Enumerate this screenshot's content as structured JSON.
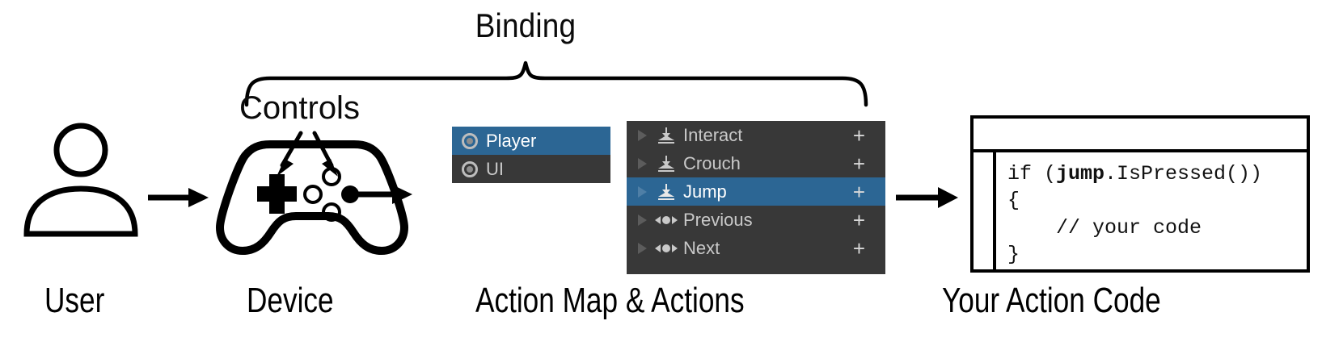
{
  "diagram": {
    "title_top": "Binding",
    "controls_callout": "Controls",
    "stage_labels": {
      "user": "User",
      "device": "Device",
      "action_map": "Action Map & Actions",
      "code": "Your Action Code"
    },
    "icons": {
      "user": "user-person-icon",
      "device": "gamepad-icon",
      "flow_arrow": "right-arrow-icon",
      "brace": "curly-brace-icon",
      "callout_arrow": "callout-arrow-icon"
    }
  },
  "action_map_panel": {
    "name": "action-maps-list",
    "rows": [
      {
        "label": "Player",
        "icon": "action-map-icon",
        "selected": true
      },
      {
        "label": "UI",
        "icon": "action-map-icon",
        "selected": false
      }
    ]
  },
  "actions_panel": {
    "name": "actions-list",
    "add_button_label": "+",
    "rows": [
      {
        "label": "Interact",
        "icon": "button-action-icon",
        "selected": false,
        "expanded": false
      },
      {
        "label": "Crouch",
        "icon": "button-action-icon",
        "selected": false,
        "expanded": false
      },
      {
        "label": "Jump",
        "icon": "button-action-icon",
        "selected": true,
        "expanded": false
      },
      {
        "label": "Previous",
        "icon": "axis-action-icon",
        "selected": false,
        "expanded": false
      },
      {
        "label": "Next",
        "icon": "axis-action-icon",
        "selected": false,
        "expanded": false
      }
    ]
  },
  "code_window": {
    "name": "code-editor-window",
    "title": "",
    "lines": [
      {
        "pre": "if (",
        "bold": "jump",
        "post": ".IsPressed())"
      },
      {
        "pre": "{",
        "bold": "",
        "post": ""
      },
      {
        "pre": "    // your code",
        "bold": "",
        "post": ""
      },
      {
        "pre": "}",
        "bold": "",
        "post": ""
      }
    ]
  },
  "colors": {
    "selection_blue": "#2c6694",
    "panel_dark": "#383838",
    "row_text": "#c9c9c9",
    "row_text_selected": "#ffffff",
    "stroke_black": "#000000",
    "icon_grey": "#bdbdbd"
  }
}
